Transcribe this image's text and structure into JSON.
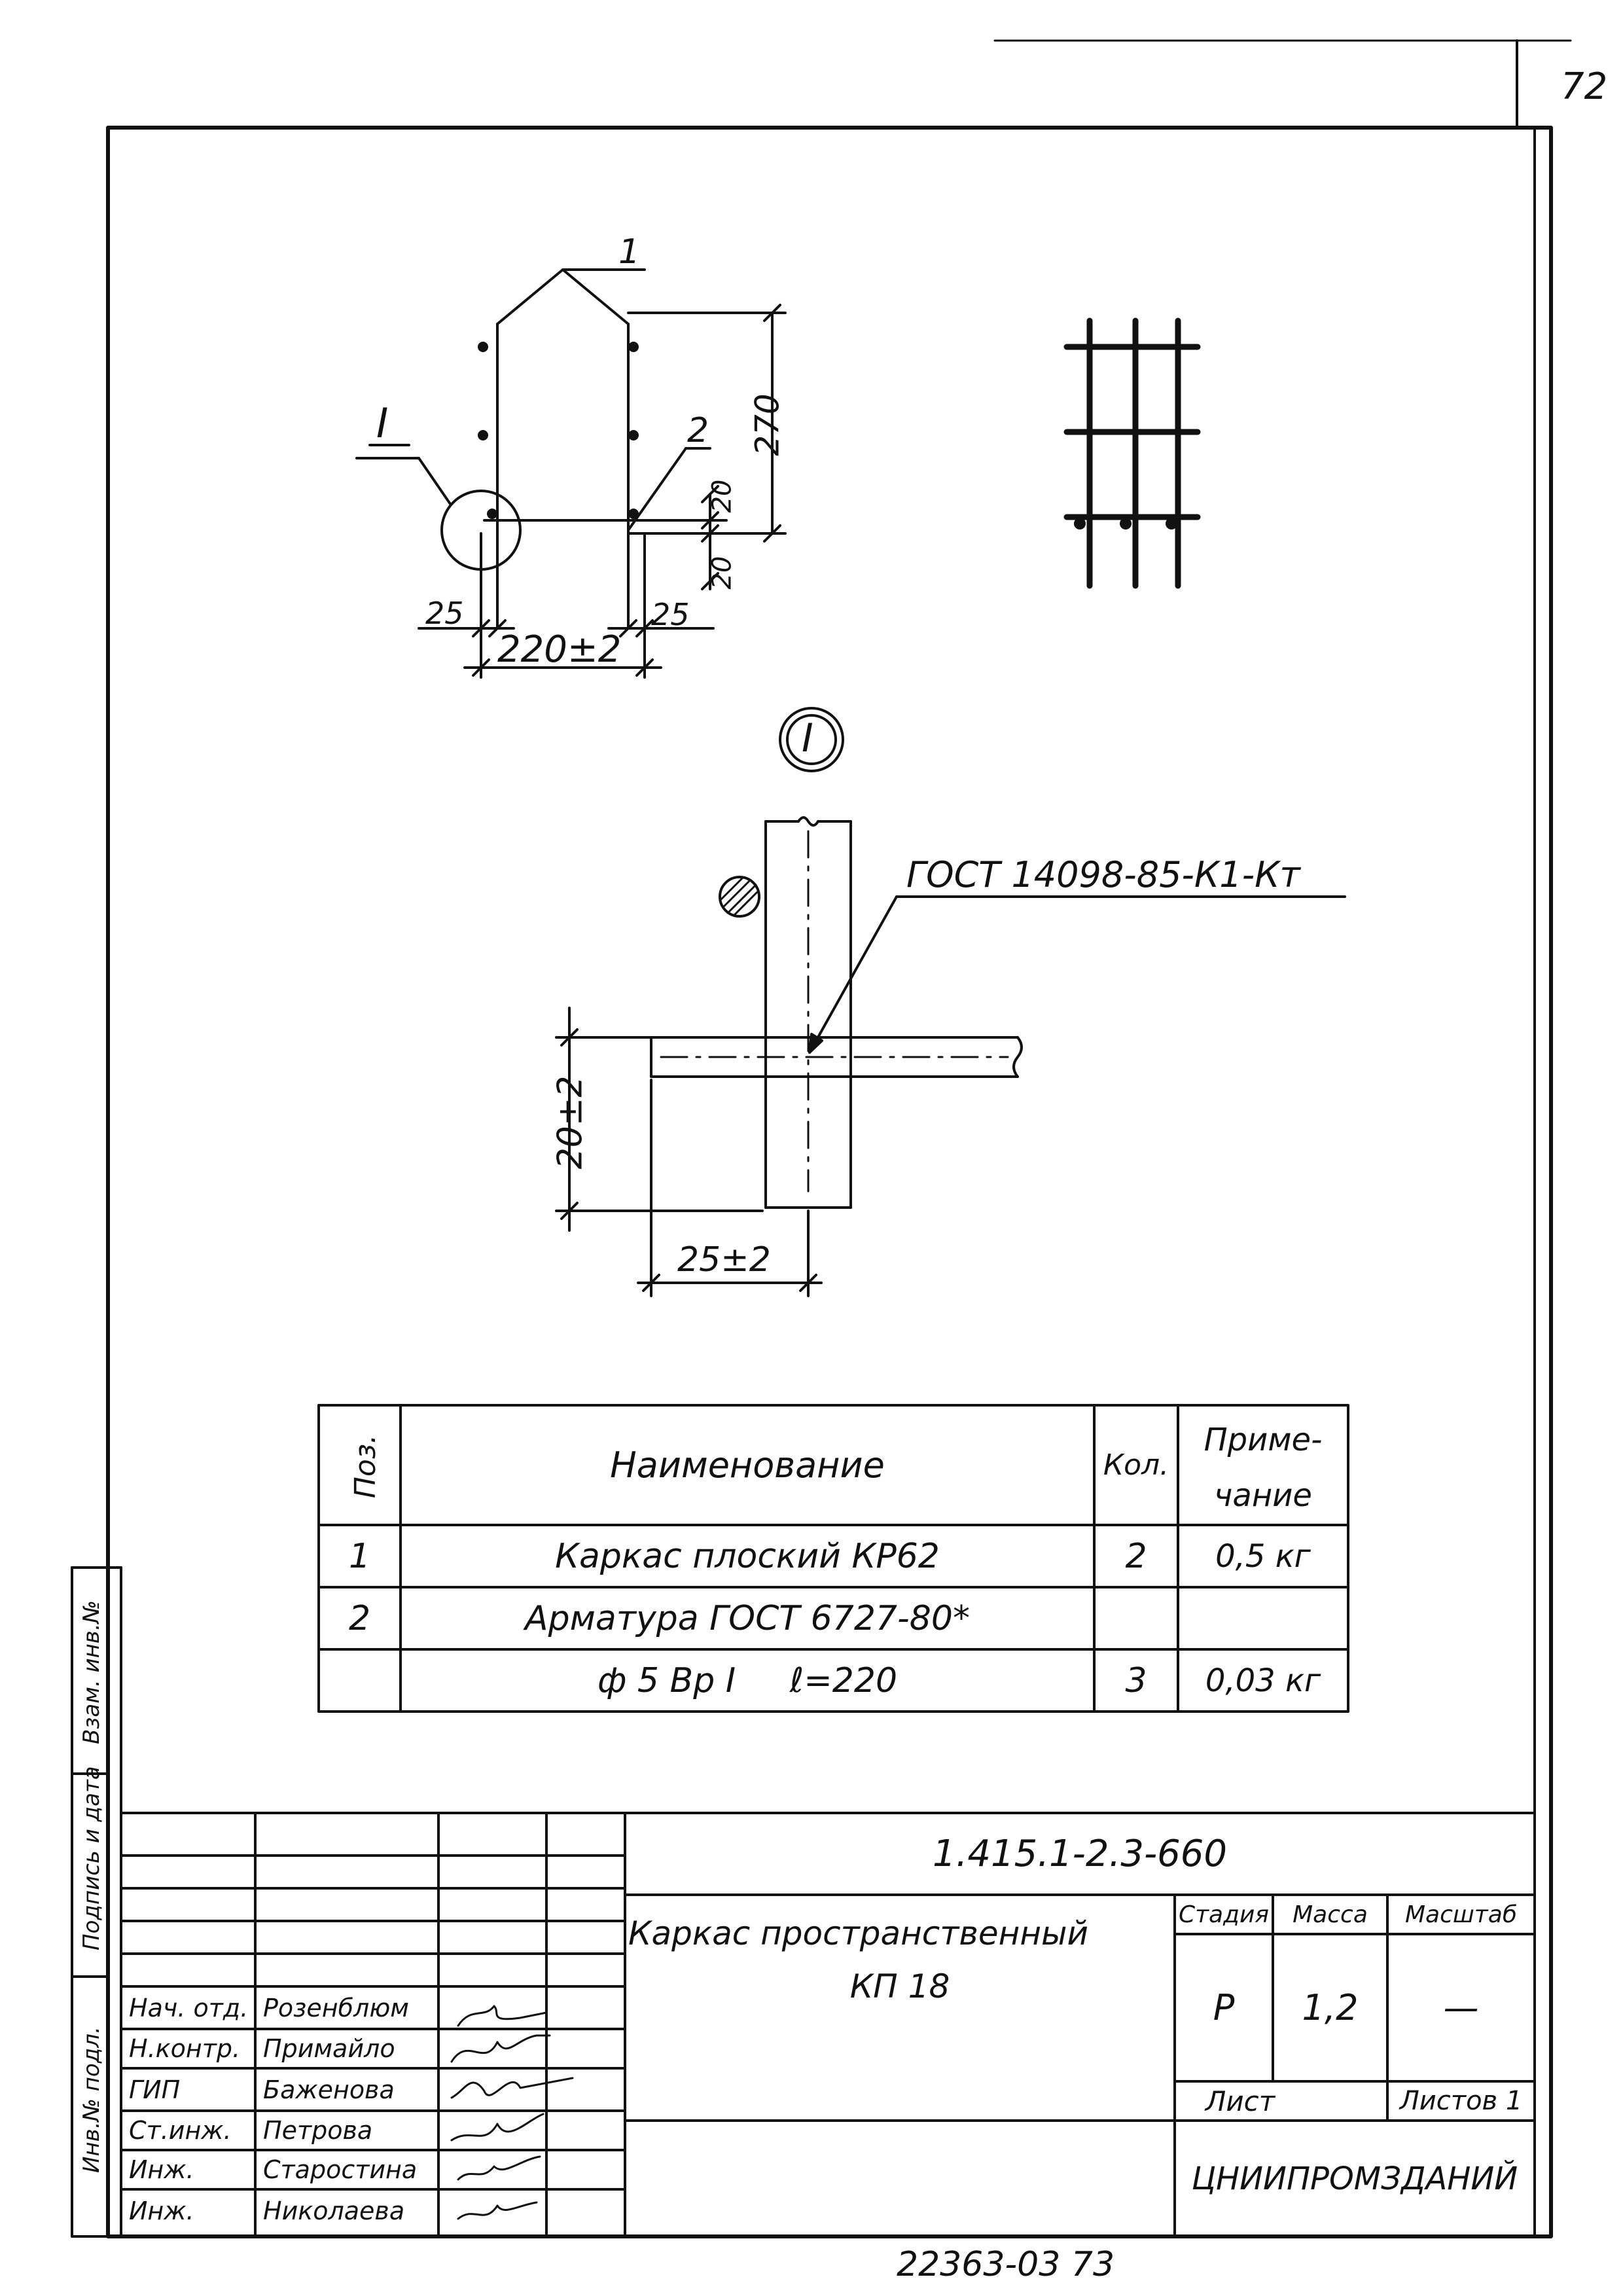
{
  "sheet": {
    "page_number": "72",
    "bottom_code": "22363-03 73"
  },
  "drawing": {
    "callout_1": "1",
    "callout_2": "2",
    "section_mark": "I",
    "dim_270": "270",
    "dim_20_top": "20",
    "dim_20_bottom": "20",
    "dim_25_left": "25",
    "dim_25_right": "25",
    "dim_220": "220±2",
    "detail_circle_label": "I",
    "weld_note": "ГОСТ 14098-85-К1-Кт",
    "dim_20_detail": "20±2",
    "dim_25_detail": "25±2"
  },
  "spec_table": {
    "headers": {
      "pos": "Поз.",
      "name": "Наименование",
      "qty": "Кол.",
      "note_line1": "Приме-",
      "note_line2": "чание"
    },
    "rows": [
      {
        "pos": "1",
        "name": "Каркас плоский КР62",
        "qty": "2",
        "note": "0,5 кг"
      },
      {
        "pos": "2",
        "name": "Арматура ГОСТ 6727-80*",
        "qty": "",
        "note": ""
      },
      {
        "pos": "",
        "name": "ф 5 Вр I     ℓ=220",
        "qty": "3",
        "note": "0,03 кг"
      }
    ]
  },
  "title_block": {
    "doc_code": "1.415.1-2.3-660",
    "title_line1": "Каркас пространственный",
    "title_line2": "КП 18",
    "stage_label": "Стадия",
    "mass_label": "Масса",
    "scale_label": "Масштаб",
    "stage_value": "Р",
    "mass_value": "1,2",
    "scale_value": "—",
    "sheet_label": "Лист",
    "sheets_label": "Листов 1",
    "organization": "ЦНИИПРОМЗДАНИЙ",
    "signatures": [
      {
        "role": "Нач. отд.",
        "name": "Розенблюм"
      },
      {
        "role": "Н.контр.",
        "name": "Примайло"
      },
      {
        "role": "ГИП",
        "name": "Баженова"
      },
      {
        "role": "Ст.инж.",
        "name": "Петрова"
      },
      {
        "role": "Инж.",
        "name": "Старостина"
      },
      {
        "role": "Инж.",
        "name": "Николаева"
      }
    ]
  },
  "side_stamp": {
    "inv_orig": "Инв.№ подл.",
    "sign_date": "Подпись и дата",
    "inv_repl": "Взам. инв.№"
  }
}
